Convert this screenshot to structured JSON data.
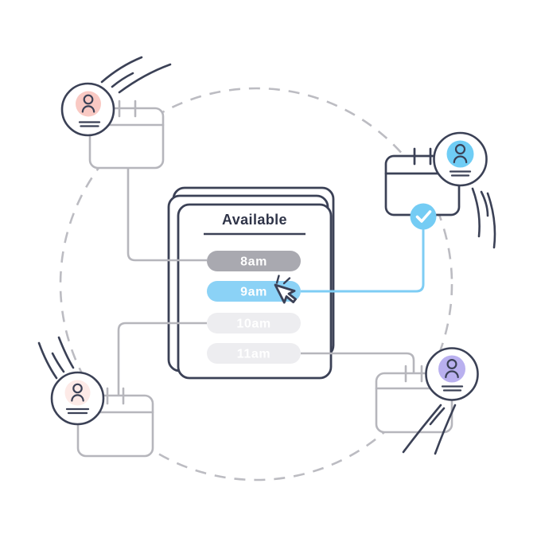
{
  "card": {
    "title": "Available",
    "slots": [
      {
        "label": "8am",
        "variant": "taken"
      },
      {
        "label": "9am",
        "variant": "selected"
      },
      {
        "label": "10am",
        "variant": "open"
      },
      {
        "label": "11am",
        "variant": "open"
      }
    ]
  },
  "icons": {
    "check-icon": "✓",
    "cursor-icon": "↖",
    "click-burst-icon": "✦",
    "person-icon": "👤",
    "calendar-icon": "📅"
  },
  "palette": {
    "navy_stroke": "#3b4156",
    "gray_stroke": "#b6b6bc",
    "dashed_circle": "#bcbcc2",
    "slot_taken": "#a9a9b0",
    "slot_selected": "#8bd2f6",
    "slot_open": "#ededf0",
    "accent_blue": "#74ccf4",
    "avatar_pink": "#f9c9c3",
    "avatar_pink_light": "#fdeae7",
    "avatar_blue": "#6fcdf5",
    "avatar_purple": "#b9b0ef",
    "title_text": "#2f3448",
    "pill_text": "#ffffff"
  }
}
